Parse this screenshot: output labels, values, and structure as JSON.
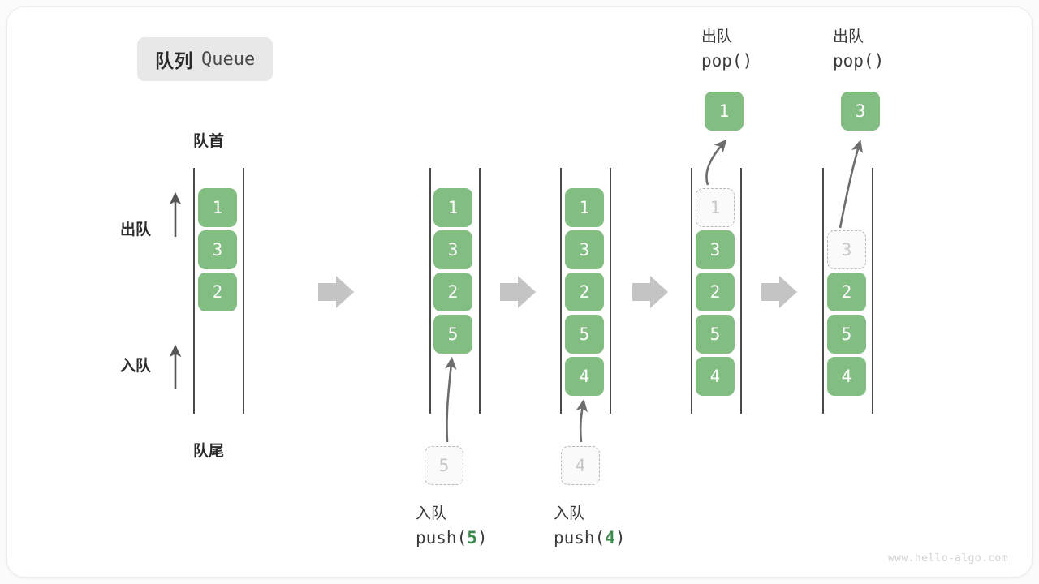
{
  "page": {
    "background": "#ffffff",
    "card_background": "#ffffff",
    "watermark": "www.hello-algo.com"
  },
  "title": {
    "cn": "队列",
    "en": "Queue",
    "badge_color": "#e8e8e8"
  },
  "colors": {
    "cell_fill": "#82bd82",
    "cell_text": "#ffffff",
    "ghost_border": "#b9b9b9",
    "ghost_text": "#c6c6c6",
    "rail": "#4b4b4b",
    "arrow": "#6d6d6d",
    "step_arrow": "#c4c4c4",
    "accent_green": "#3c8a4e"
  },
  "annotations": {
    "head": "队首",
    "tail": "队尾",
    "dequeue_side": "出队",
    "enqueue_side": "入队"
  },
  "columns": [
    {
      "id": "initial",
      "cells": [
        {
          "value": "1",
          "state": "filled"
        },
        {
          "value": "3",
          "state": "filled"
        },
        {
          "value": "2",
          "state": "filled"
        }
      ],
      "caption": null,
      "operation": null
    },
    {
      "id": "after-push-5",
      "cells": [
        {
          "value": "1",
          "state": "filled"
        },
        {
          "value": "3",
          "state": "filled"
        },
        {
          "value": "2",
          "state": "filled"
        },
        {
          "value": "5",
          "state": "filled"
        }
      ],
      "incoming": {
        "value": "5",
        "state": "ghost"
      },
      "caption_cn": "入队",
      "caption_code_prefix": "push(",
      "caption_code_value": "5",
      "caption_code_suffix": ")"
    },
    {
      "id": "after-push-4",
      "cells": [
        {
          "value": "1",
          "state": "filled"
        },
        {
          "value": "3",
          "state": "filled"
        },
        {
          "value": "2",
          "state": "filled"
        },
        {
          "value": "5",
          "state": "filled"
        },
        {
          "value": "4",
          "state": "filled"
        }
      ],
      "incoming": {
        "value": "4",
        "state": "ghost"
      },
      "caption_cn": "入队",
      "caption_code_prefix": "push(",
      "caption_code_value": "4",
      "caption_code_suffix": ")"
    },
    {
      "id": "after-pop-1",
      "cells": [
        {
          "value": "1",
          "state": "ghost"
        },
        {
          "value": "3",
          "state": "filled"
        },
        {
          "value": "2",
          "state": "filled"
        },
        {
          "value": "5",
          "state": "filled"
        },
        {
          "value": "4",
          "state": "filled"
        }
      ],
      "popped": {
        "value": "1",
        "state": "filled"
      },
      "header_cn": "出队",
      "header_code": "pop()"
    },
    {
      "id": "after-pop-3",
      "cells": [
        {
          "value": "",
          "state": "empty"
        },
        {
          "value": "3",
          "state": "ghost"
        },
        {
          "value": "2",
          "state": "filled"
        },
        {
          "value": "5",
          "state": "filled"
        },
        {
          "value": "4",
          "state": "filled"
        }
      ],
      "popped": {
        "value": "3",
        "state": "filled"
      },
      "header_cn": "出队",
      "header_code": "pop()"
    }
  ]
}
